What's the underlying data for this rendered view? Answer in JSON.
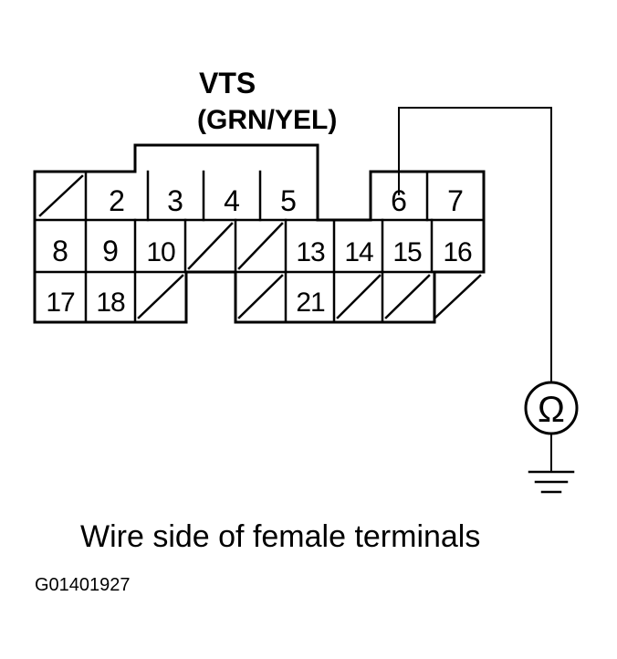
{
  "signal": {
    "name": "VTS",
    "wire_color": "(GRN/YEL)"
  },
  "meter_symbol": "Ω",
  "caption": "Wire side of female terminals",
  "figure_code": "G01401927",
  "connector": {
    "row1": [
      "",
      "2",
      "3",
      "4",
      "5",
      "",
      "6",
      "7"
    ],
    "row2": [
      "8",
      "9",
      "10",
      "",
      "",
      "13",
      "14",
      "15",
      "16"
    ],
    "row3": [
      "17",
      "18",
      "",
      "",
      "21",
      "",
      "",
      ""
    ]
  }
}
